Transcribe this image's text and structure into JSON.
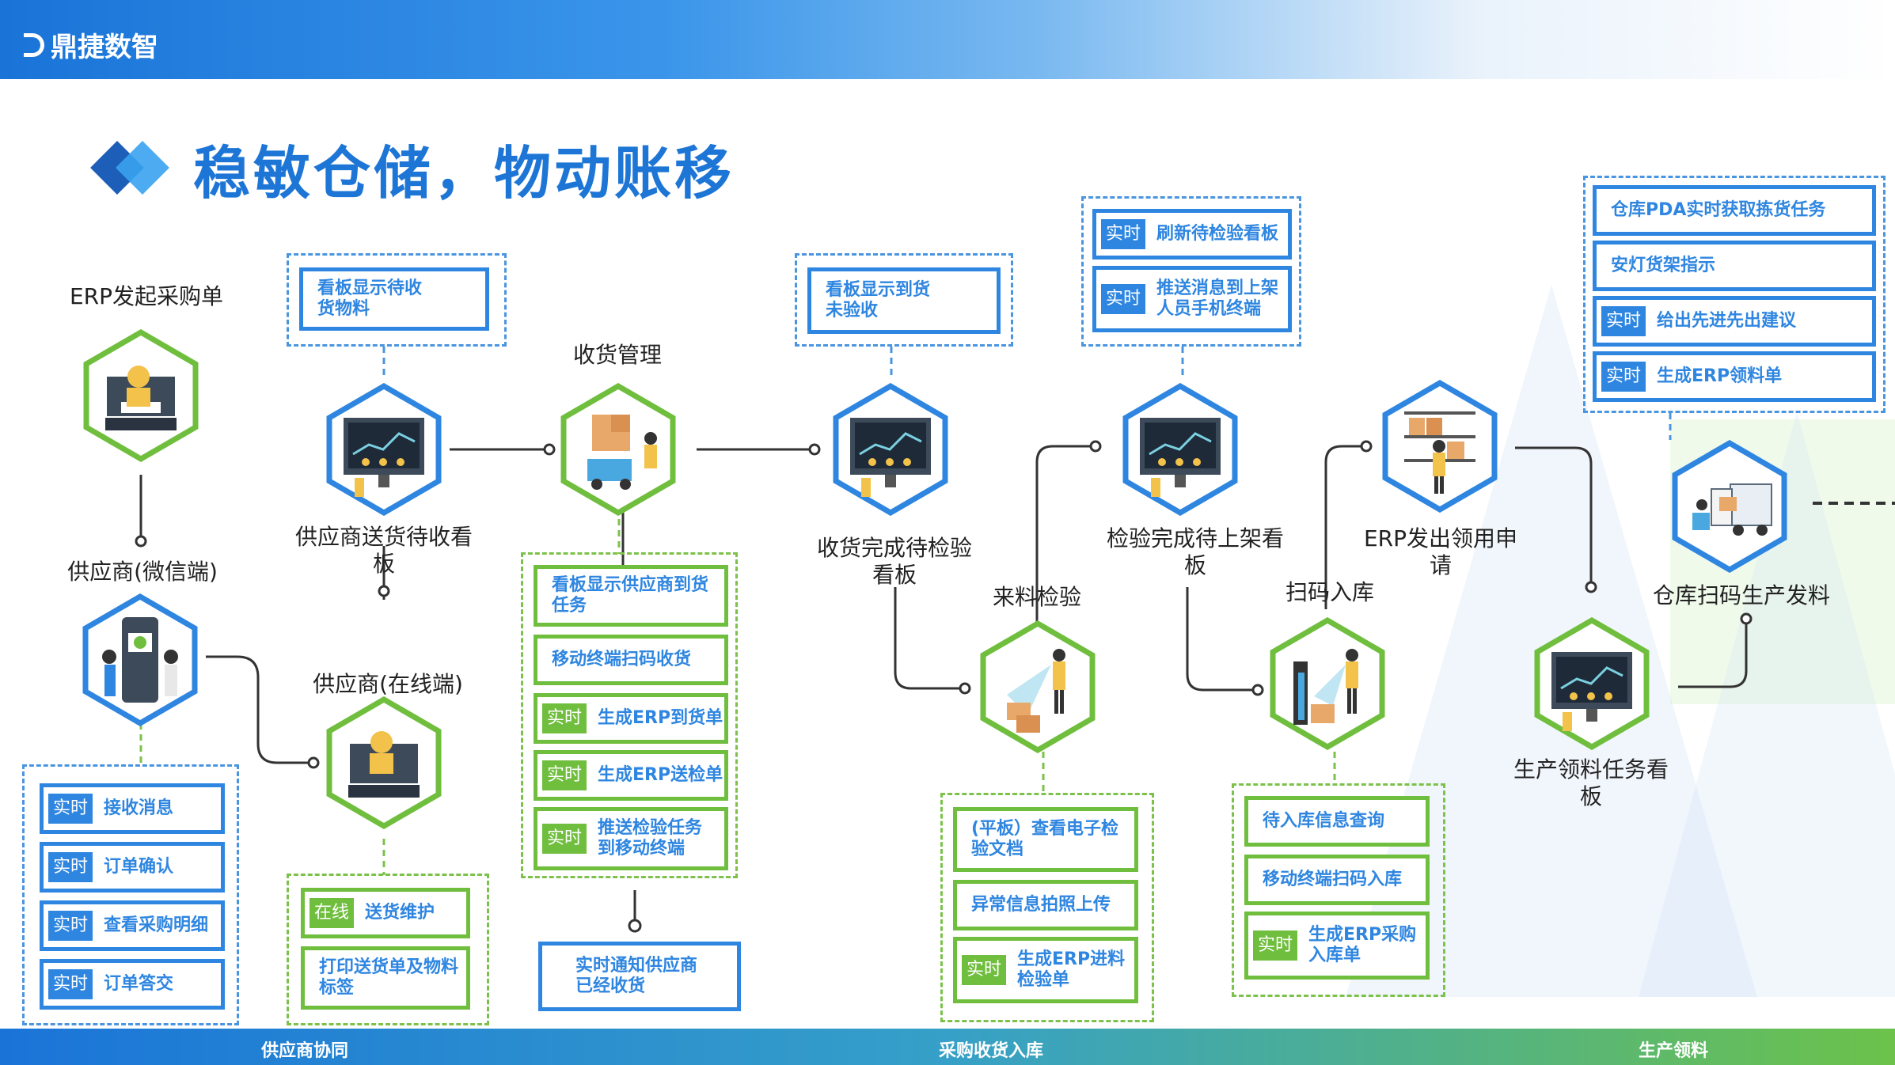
{
  "brand": {
    "logo_text": "鼎捷数智"
  },
  "page_title": "稳敏仓储，物动账移",
  "colors": {
    "blue": "#2f86e0",
    "green": "#70be3e",
    "title": "#1d76d6"
  },
  "nodes": {
    "erp_po": "ERP发起采购单",
    "supplier_wechat": "供应商(微信端)",
    "supplier_online": "供应商(在线端)",
    "supplier_board": "供应商送货待收看板",
    "receiving_mgmt": "收货管理",
    "receiving_done_board": "收货完成待检验看板",
    "incoming_inspection": "来料检验",
    "inspection_done_board": "检验完成待上架看板",
    "scan_stock_in": "扫码入库",
    "erp_issue_request": "ERP发出领用申请",
    "production_pick_board": "生产领料任务看板",
    "warehouse_scan_issue": "仓库扫码生产发料"
  },
  "panels": {
    "supplier_wechat": [
      {
        "tag": "实时",
        "text": "接收消息"
      },
      {
        "tag": "实时",
        "text": "订单确认"
      },
      {
        "tag": "实时",
        "text": "查看采购明细"
      },
      {
        "tag": "实时",
        "text": "订单答交"
      }
    ],
    "supplier_online": [
      {
        "tag": "在线",
        "text": "送货维护"
      },
      {
        "tag": "",
        "text": "打印送货单及物料标签"
      }
    ],
    "supplier_board": [
      {
        "tag": "",
        "text": "看板显示待收货物料"
      }
    ],
    "receiving": [
      {
        "tag": "",
        "text": "看板显示供应商到货任务"
      },
      {
        "tag": "",
        "text": "移动终端扫码收货"
      },
      {
        "tag": "实时",
        "text": "生成ERP到货单"
      },
      {
        "tag": "实时",
        "text": "生成ERP送检单"
      },
      {
        "tag": "实时",
        "text": "推送检验任务到移动终端"
      }
    ],
    "receiving_notify": [
      {
        "tag": "",
        "text": "实时通知供应商已经收货"
      }
    ],
    "receiving_done_board": [
      {
        "tag": "",
        "text": "看板显示到货未验收"
      }
    ],
    "inspection": [
      {
        "tag": "",
        "text": "(平板）查看电子检验文档"
      },
      {
        "tag": "",
        "text": "异常信息拍照上传"
      },
      {
        "tag": "实时",
        "text": "生成ERP进料检验单"
      }
    ],
    "inspection_done_board": [
      {
        "tag": "实时",
        "text": "刷新待检验看板"
      },
      {
        "tag": "实时",
        "text": "推送消息到上架人员手机终端"
      }
    ],
    "stock_in": [
      {
        "tag": "",
        "text": "待入库信息查询"
      },
      {
        "tag": "",
        "text": "移动终端扫码入库"
      },
      {
        "tag": "实时",
        "text": "生成ERP采购入库单"
      }
    ],
    "picking": [
      {
        "tag": "",
        "text": "仓库PDA实时获取拣货任务"
      },
      {
        "tag": "",
        "text": "安灯货架指示"
      },
      {
        "tag": "实时",
        "text": "给出先进先出建议"
      },
      {
        "tag": "实时",
        "text": "生成ERP领料单"
      }
    ]
  },
  "footer": {
    "sections": [
      "供应商协同",
      "采购收货入库",
      "生产领料"
    ]
  }
}
